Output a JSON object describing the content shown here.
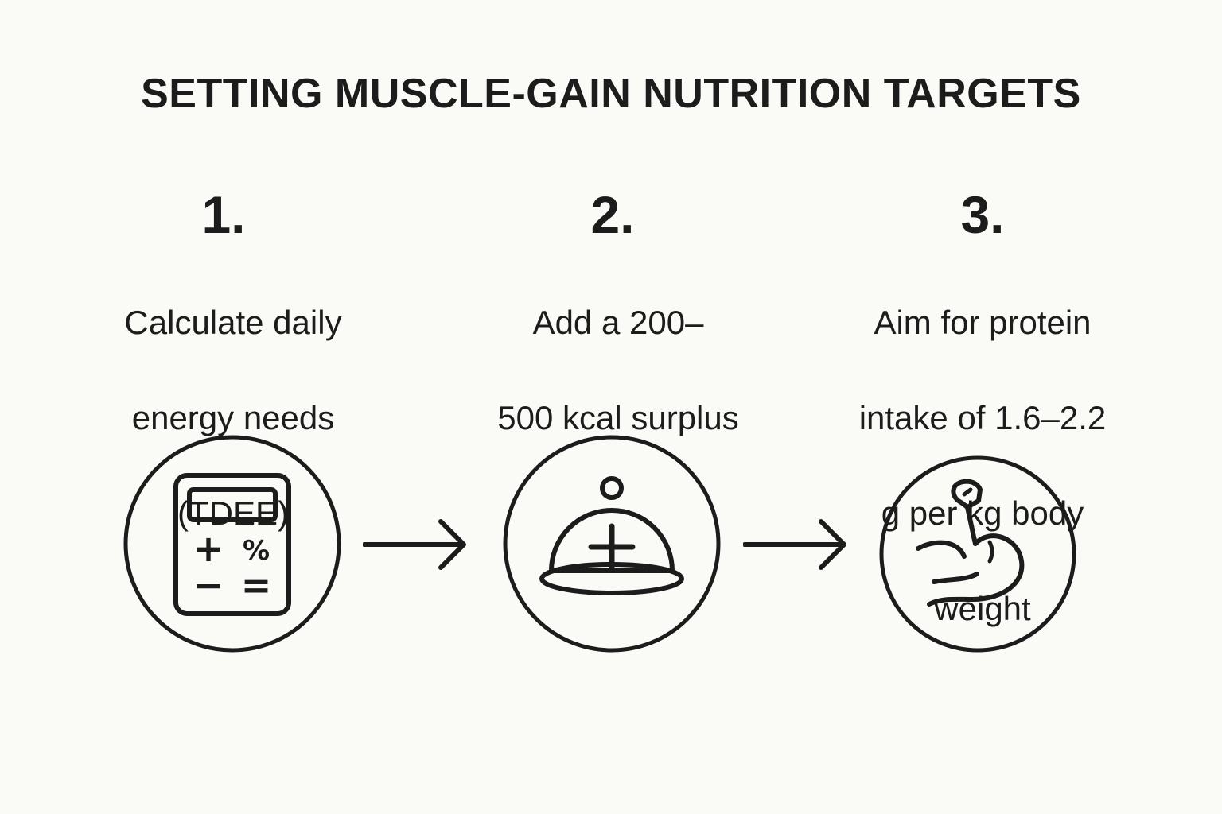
{
  "title": "SETTING MUSCLE-GAIN NUTRITION TARGETS",
  "steps": [
    {
      "number": "1.",
      "lines": [
        "Calculate daily",
        "energy needs",
        "(TDEE)"
      ],
      "icon": "calculator-icon"
    },
    {
      "number": "2.",
      "lines": [
        "Add a 200–",
        "500 kcal surplus"
      ],
      "icon": "food-cloche-plus-icon"
    },
    {
      "number": "3.",
      "lines": [
        "Aim for protein",
        "intake of 1.6–2.2",
        "g per kg body",
        "weight"
      ],
      "icon": "flexed-bicep-icon"
    }
  ],
  "calculator_keys": {
    "plus": "+",
    "percent": "%",
    "minus": "−",
    "equals": "="
  },
  "colors": {
    "background": "#fafaf7",
    "ink": "#1c1c1c"
  }
}
